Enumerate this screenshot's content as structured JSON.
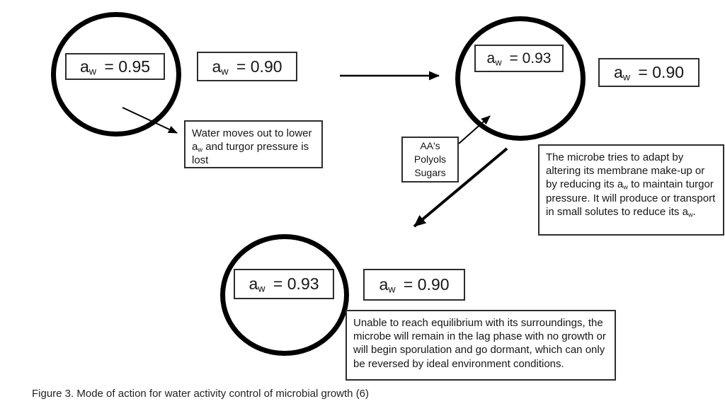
{
  "figure_caption": "Figure 3. Mode of action for water activity control of microbial growth (6)",
  "aw": {
    "base": "a",
    "sub": "w"
  },
  "stage1": {
    "inside_value": " = 0.95",
    "outside_value": " = 0.90",
    "note": {
      "t1": "Water moves out to lower a",
      "sub1": "w",
      "t2": " and turgor pressure is lost"
    }
  },
  "stage2": {
    "inside_value": " = 0.93",
    "outside_value": " = 0.90",
    "solutes_box": {
      "line1": "AA's",
      "line2": "Polyols",
      "line3": "Sugars"
    },
    "note": {
      "t1": "The microbe tries to adapt by altering its membrane make-up or by reducing its a",
      "sub1": "w",
      "t2": " to maintain turgor pressure. It will  produce or transport in small solutes to reduce its a",
      "sub2": "w",
      "t3": "."
    }
  },
  "stage3": {
    "inside_value": " = 0.93",
    "outside_value": " = 0.90",
    "note": {
      "t1": "Unable to reach equilibrium  with  its surroundings, the microbe will  remain in the lag phase with no growth  or will  begin  sporulation  and go dormant, which  can only  be reversed by ideal environment conditions."
    }
  },
  "colors": {
    "line": "#000000",
    "box_border": "#2d2d2d",
    "background": "#ffffff"
  }
}
